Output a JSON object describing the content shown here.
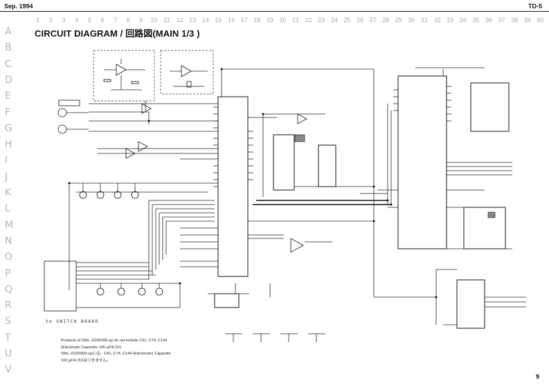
{
  "header": {
    "date": "Sep. 1994",
    "model": "TD-5"
  },
  "title": "CIRCUIT DIAGRAM / 回路図(MAIN 1/3 )",
  "column_numbers": [
    "1",
    "2",
    "3",
    "4",
    "5",
    "6",
    "7",
    "8",
    "9",
    "10",
    "11",
    "12",
    "13",
    "14",
    "15",
    "16",
    "17",
    "18",
    "19",
    "20",
    "21",
    "22",
    "23",
    "24",
    "25",
    "26",
    "27",
    "28",
    "29",
    "30",
    "31",
    "32",
    "33",
    "34",
    "35",
    "36",
    "37",
    "38",
    "39",
    "40"
  ],
  "row_letters": [
    "A",
    "B",
    "C",
    "D",
    "E",
    "F",
    "G",
    "H",
    "I",
    "J",
    "K",
    "L",
    "M",
    "N",
    "O",
    "P",
    "Q",
    "R",
    "S",
    "T",
    "U",
    "V"
  ],
  "switch_board_label": "to SWITCH BOARD",
  "note_lines": [
    "Products of SNo. ZG50200-up do not include C61, C74, C144",
    "(Electorytic Capacitor 100 μF/6.3V)",
    "SNo. ZG50200-upには、C61, C74, C144 (Electorytic) Capacitor",
    "100 μF/6.3V)はつきません。"
  ],
  "page_number": "9"
}
